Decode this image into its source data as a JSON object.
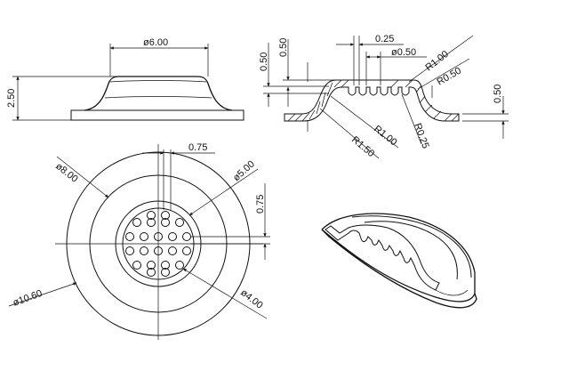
{
  "diagram": {
    "views": [
      {
        "name": "front-view",
        "dimensions": [
          "ø6.00",
          "2.50"
        ]
      },
      {
        "name": "section-view",
        "dimensions": [
          "0.50",
          "0.50",
          "0.25",
          "ø0.50",
          "R1.00",
          "R0.50",
          "0.50",
          "R0.25",
          "R1.00",
          "R1.50"
        ]
      },
      {
        "name": "top-view",
        "dimensions": [
          "ø8.00",
          "0.75",
          "ø5.00",
          "0.75",
          "ø10.60",
          "ø4.00"
        ]
      },
      {
        "name": "isometric-view",
        "dimensions": []
      }
    ]
  },
  "colors": {
    "line": "#111111",
    "background": "#ffffff"
  }
}
